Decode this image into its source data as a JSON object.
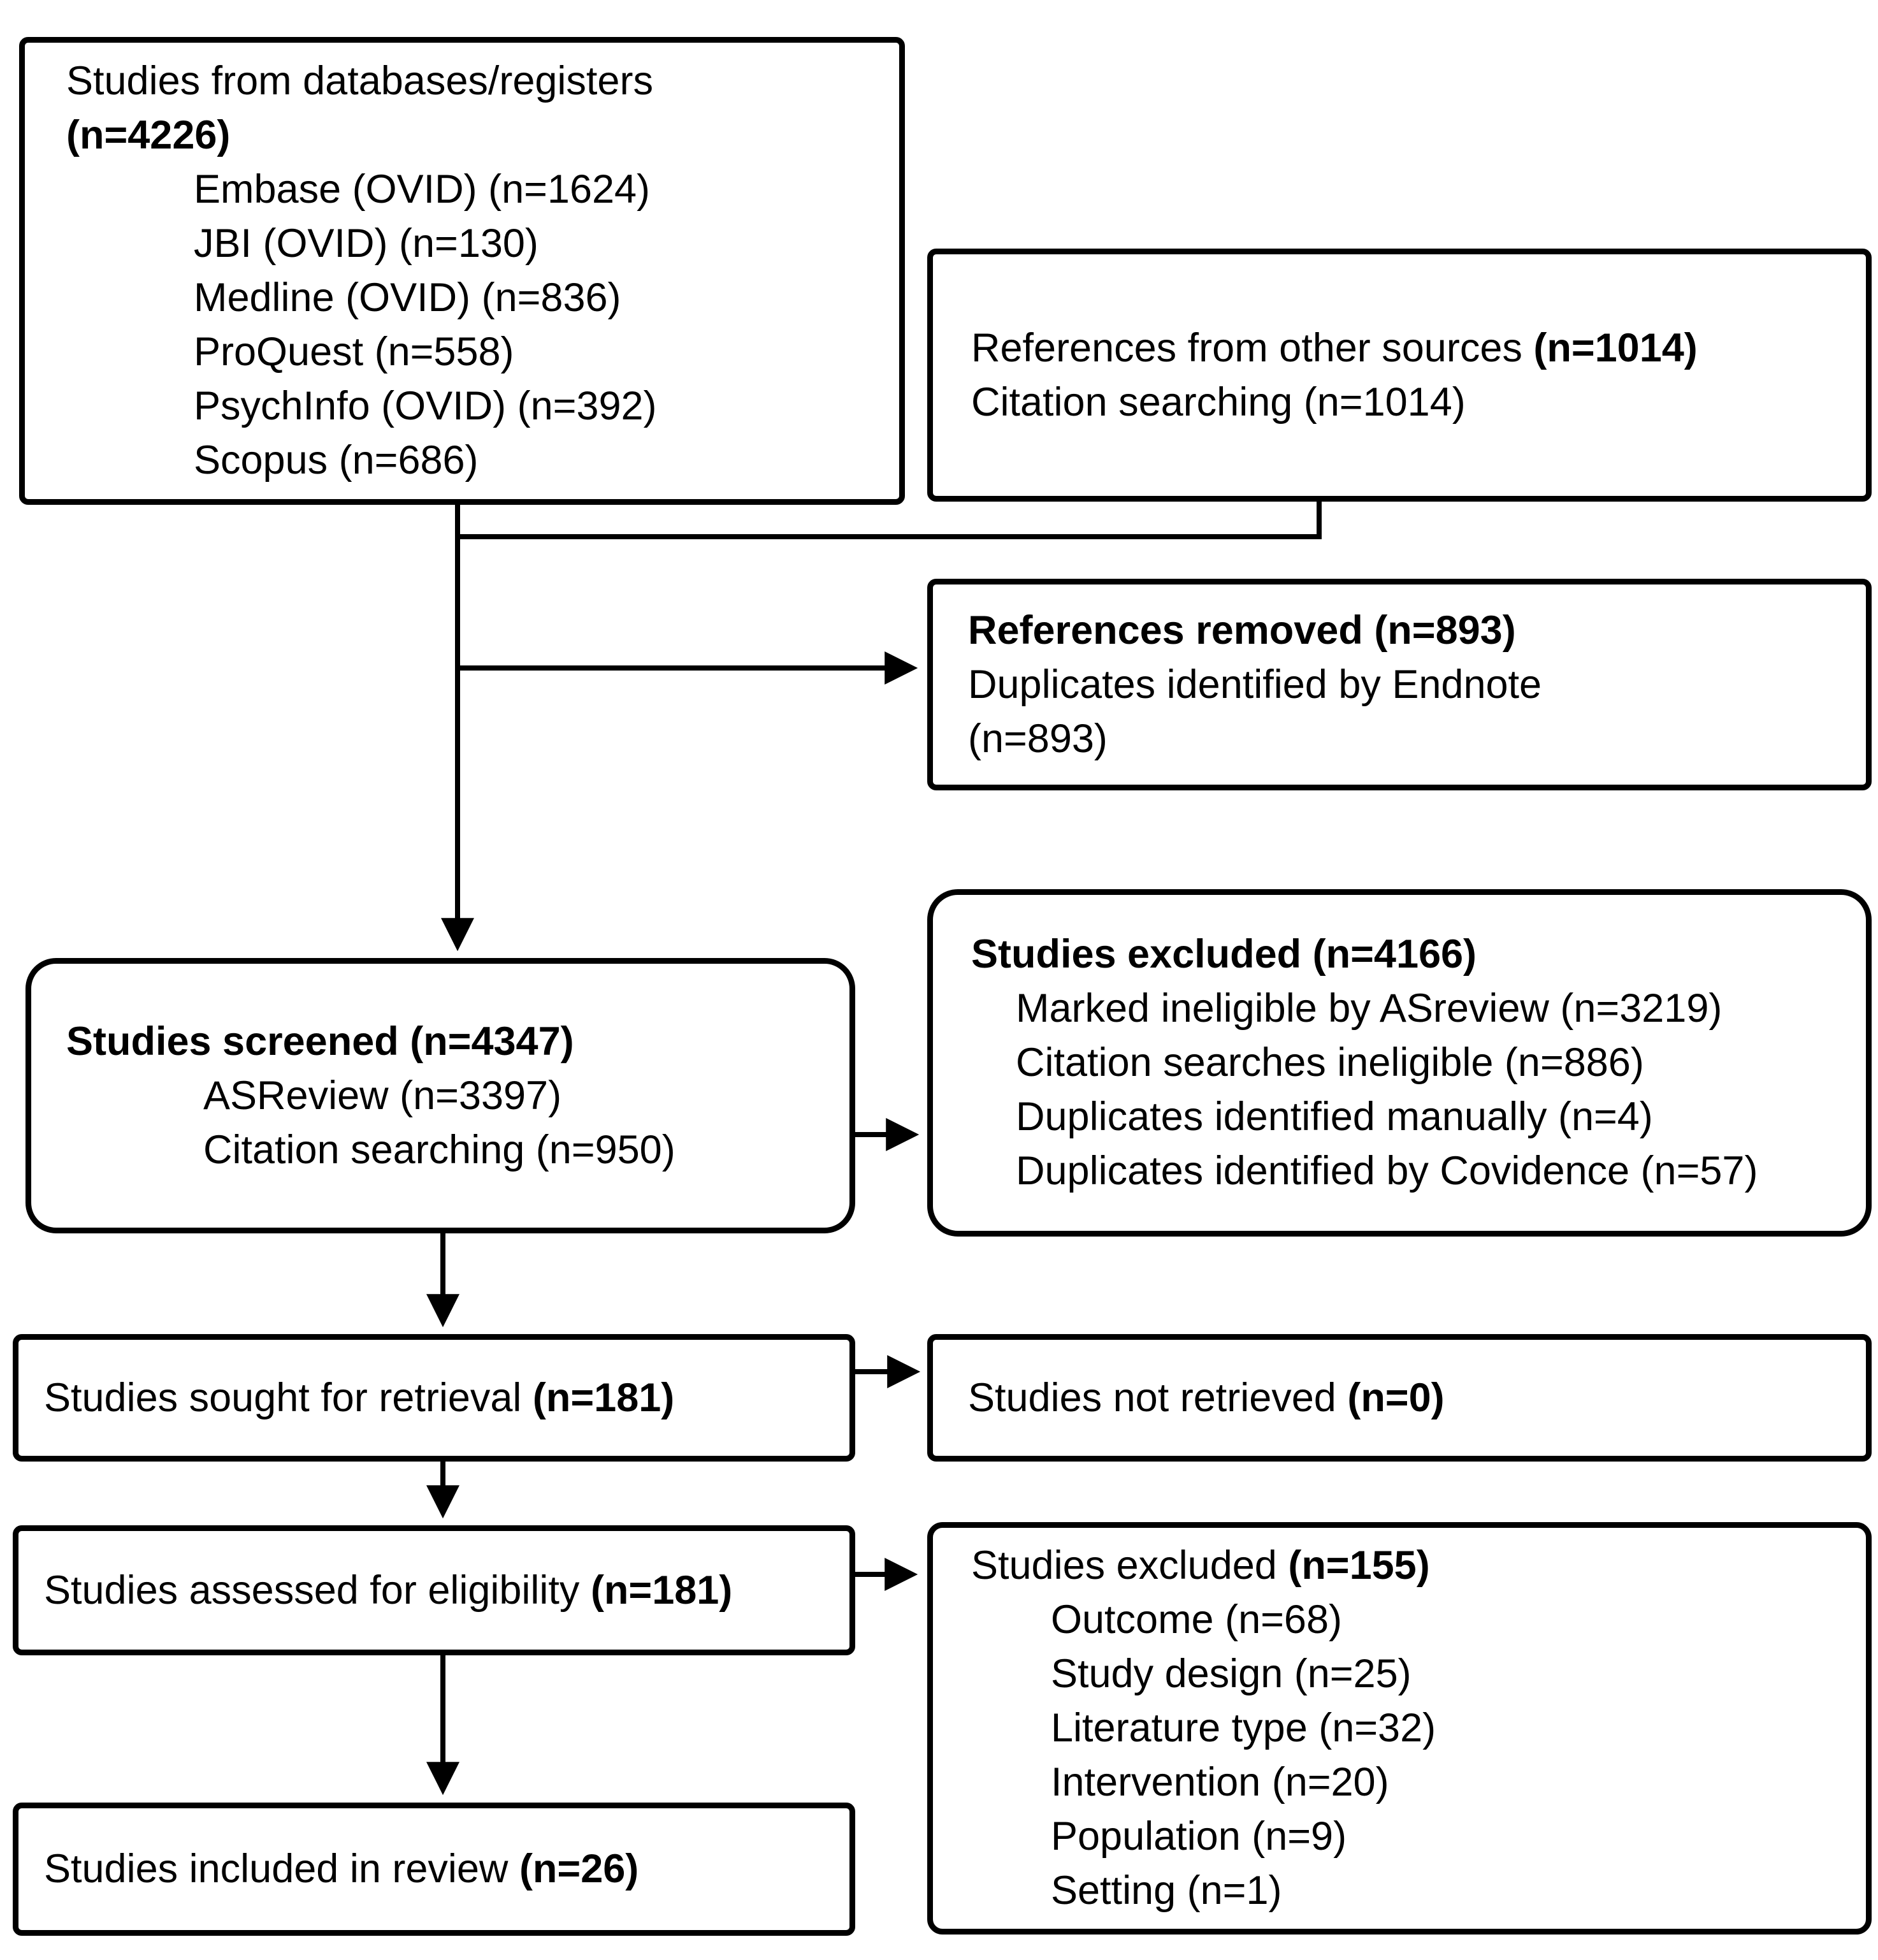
{
  "boxes": {
    "databases": {
      "title": "Studies from databases/registers",
      "count": "(n=4226)",
      "items": [
        "Embase (OVID) (n=1624)",
        "JBI (OVID) (n=130)",
        "Medline (OVID) (n=836)",
        "ProQuest (n=558)",
        "PsychInfo (OVID) (n=392)",
        "Scopus (n=686)"
      ]
    },
    "other_sources": {
      "text": "References from other sources",
      "count": "(n=1014)",
      "items": [
        "Citation searching (n=1014)"
      ]
    },
    "references_removed": {
      "title": "References removed (n=893)",
      "items": [
        "Duplicates identified by Endnote",
        "(n=893)"
      ]
    },
    "screened": {
      "title": "Studies screened (n=4347)",
      "items": [
        "ASReview (n=3397)",
        "Citation searching (n=950)"
      ]
    },
    "excluded_screening": {
      "title": "Studies excluded (n=4166)",
      "items": [
        "Marked ineligible by ASreview (n=3219)",
        "Citation searches ineligible (n=886)",
        "Duplicates identified manually (n=4)",
        "Duplicates identified by Covidence (n=57)"
      ]
    },
    "sought": {
      "text": "Studies sought for retrieval",
      "count": "(n=181)"
    },
    "not_retrieved": {
      "text": "Studies not retrieved",
      "count": "(n=0)"
    },
    "assessed": {
      "text": "Studies assessed for eligibility",
      "count": "(n=181)"
    },
    "excluded_eligibility": {
      "text": "Studies excluded",
      "count": "(n=155)",
      "items": [
        "Outcome (n=68)",
        "Study design (n=25)",
        "Literature type (n=32)",
        "Intervention (n=20)",
        "Population (n=9)",
        "Setting (n=1)"
      ]
    },
    "included": {
      "text": "Studies included in review",
      "count": "(n=26)"
    }
  }
}
